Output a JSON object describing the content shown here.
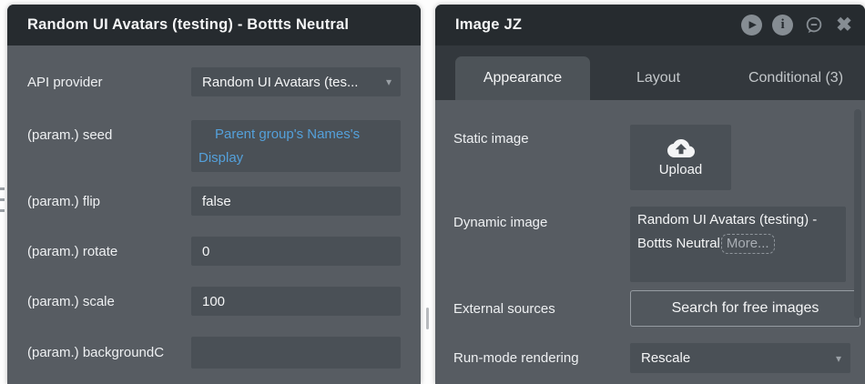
{
  "left_panel": {
    "title": "Random UI Avatars (testing) - Bottts Neutral",
    "fields": [
      {
        "label": "API provider",
        "value": "Random UI Avatars (tes...",
        "type": "select"
      },
      {
        "label": "(param.) seed",
        "value": "Parent group's Names's Display",
        "type": "expression"
      },
      {
        "label": "(param.) flip",
        "value": "false",
        "type": "text"
      },
      {
        "label": "(param.) rotate",
        "value": "0",
        "type": "text"
      },
      {
        "label": "(param.) scale",
        "value": "100",
        "type": "text"
      },
      {
        "label": "(param.) backgroundC",
        "value": "",
        "type": "text"
      }
    ]
  },
  "right_panel": {
    "title": "Image JZ",
    "header_icons": {
      "play_glyph": "▶",
      "info_glyph": "i",
      "close_glyph": "✖"
    },
    "tabs": [
      {
        "label": "Appearance",
        "active": true
      },
      {
        "label": "Layout",
        "active": false
      },
      {
        "label": "Conditional (3)",
        "active": false
      }
    ],
    "rows": {
      "static_image": {
        "label": "Static image",
        "button_label": "Upload"
      },
      "dynamic_image": {
        "label": "Dynamic image",
        "value": "Random UI Avatars (testing) - Bottts Neutral",
        "more_label": "More..."
      },
      "external_sources": {
        "label": "External sources",
        "button_label": "Search for free images"
      },
      "run_mode": {
        "label": "Run-mode rendering",
        "value": "Rescale"
      }
    }
  },
  "glyphs": {
    "caret_down": "▾"
  },
  "colors": {
    "header_bg": "#262b2f",
    "panel_body_bg": "#575c62",
    "input_bg": "#4a5056",
    "tabbar_bg": "#33383d",
    "active_tab_bg": "#4d5358",
    "expression_blue": "#54a0da",
    "text_light": "#f4f5f6",
    "icon_gray": "#868d93"
  }
}
